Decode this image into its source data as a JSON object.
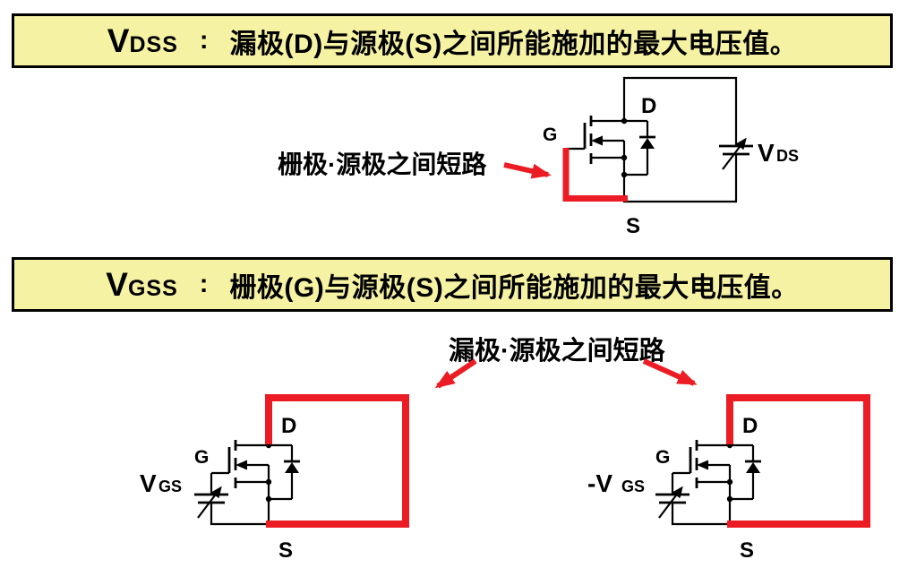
{
  "colors": {
    "page_bg": "#ffffff",
    "banner_bg": "#f6f2a3",
    "banner_border": "#000000",
    "wire_red": "#ec1c24",
    "ink": "#000000"
  },
  "banner_vdss": {
    "symbol_main": "V",
    "symbol_sub": "DSS",
    "colon": ":",
    "description": "漏极(D)与源极(S)之间所能施加的最大电压值。"
  },
  "banner_vgss": {
    "symbol_main": "V",
    "symbol_sub": "GSS",
    "colon": ":",
    "description": "栅极(G)与源极(S)之间所能施加的最大电压值。"
  },
  "vdss_circuit": {
    "annotation": "栅极·源极之间短路",
    "gate_label": "G",
    "drain_label": "D",
    "source_label": "S",
    "vds_label_main": "V",
    "vds_label_sub": "DS"
  },
  "vgss_circuits": {
    "annotation": "漏极·源极之间短路",
    "left": {
      "gate_label": "G",
      "drain_label": "D",
      "source_label": "S",
      "v_label_main": "V",
      "v_label_sub": "GS"
    },
    "right": {
      "gate_label": "G",
      "drain_label": "D",
      "source_label": "S",
      "v_label_main": "-V",
      "v_label_sub": "GS"
    }
  }
}
